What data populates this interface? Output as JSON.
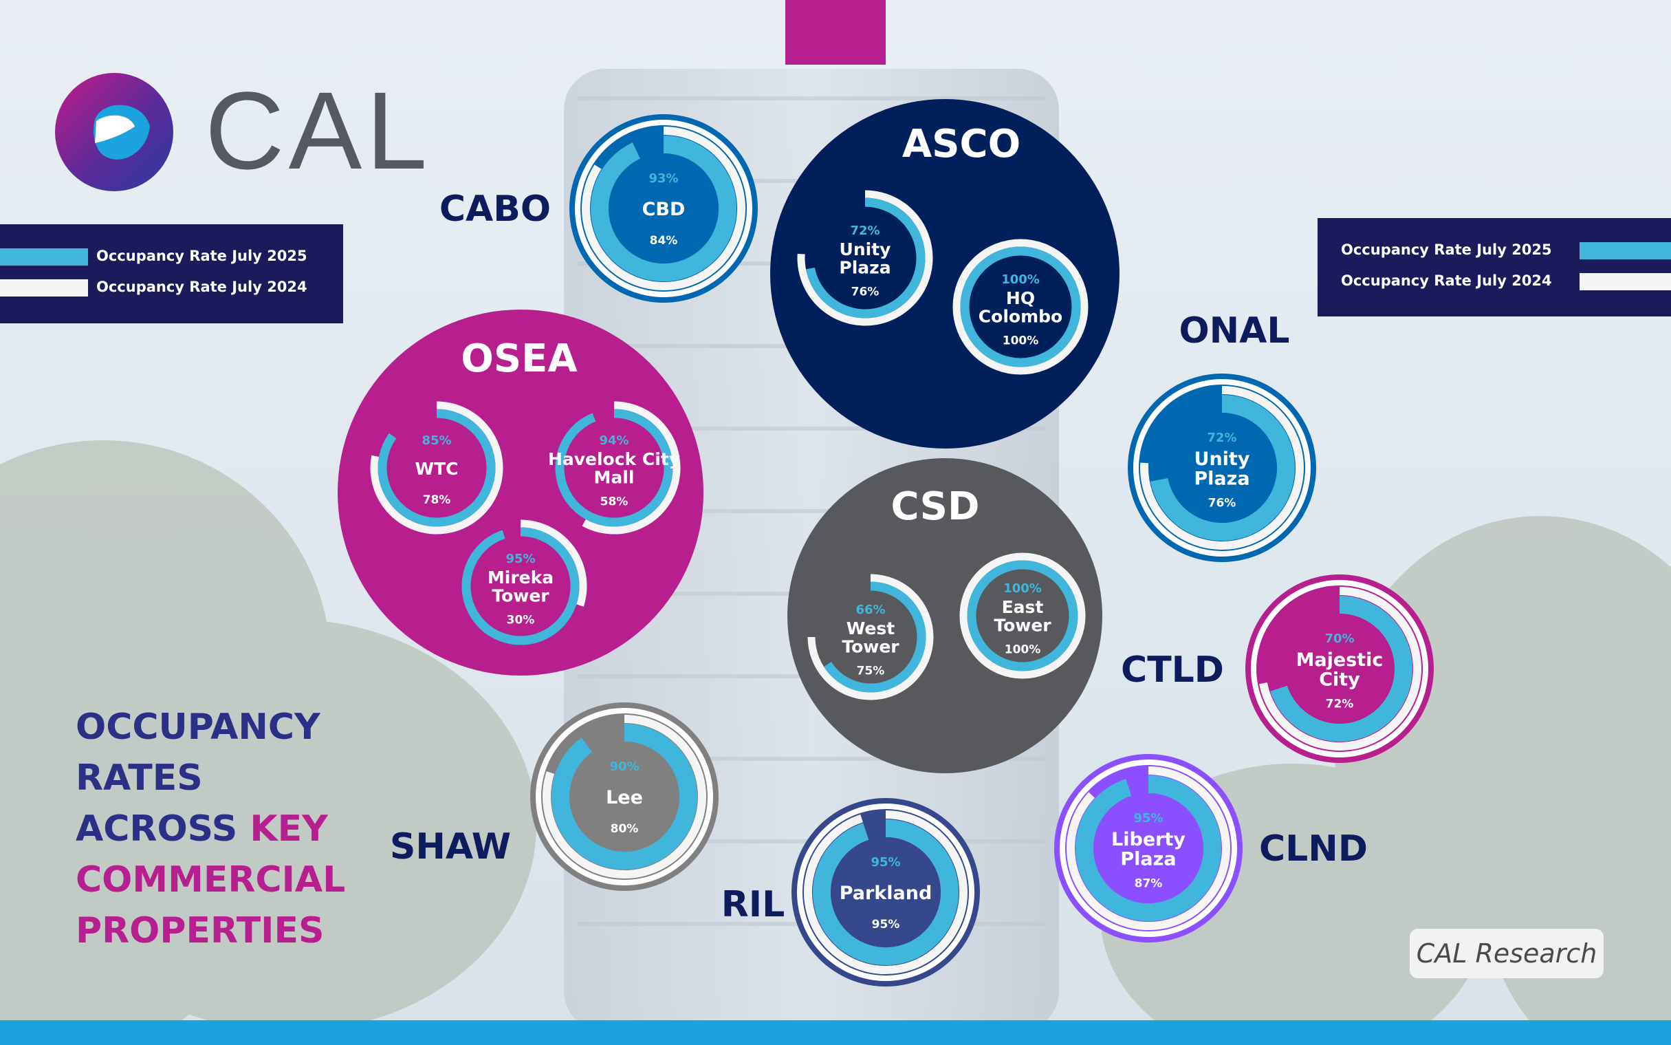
{
  "brand": {
    "name": "CAL",
    "colors": {
      "magenta": "#b81f8e",
      "navy": "#1b1a5a",
      "cyan": "#1aa3dc",
      "gray": "#555a60"
    }
  },
  "legend": {
    "items": [
      {
        "label": "Occupancy Rate July 2025",
        "color": "#41b6dc"
      },
      {
        "label": "Occupancy Rate July 2024",
        "color": "#f5f5f5"
      }
    ]
  },
  "title": {
    "lines": [
      {
        "parts": [
          {
            "text": "OCCUPANCY",
            "tone": "dark"
          }
        ]
      },
      {
        "parts": [
          {
            "text": "RATES",
            "tone": "dark"
          }
        ]
      },
      {
        "parts": [
          {
            "text": "ACROSS ",
            "tone": "dark"
          },
          {
            "text": "KEY",
            "tone": "pink"
          }
        ]
      },
      {
        "parts": [
          {
            "text": "COMMERCIAL",
            "tone": "pink"
          }
        ]
      },
      {
        "parts": [
          {
            "text": "PROPERTIES",
            "tone": "pink"
          }
        ]
      }
    ]
  },
  "credit": "CAL Research",
  "chart_data": {
    "type": "donut",
    "series_names": [
      "Occupancy Rate July 2025",
      "Occupancy Rate July 2024"
    ],
    "unit": "%",
    "groups": [
      {
        "name": "CABO",
        "color": "#0068b1",
        "properties": [
          {
            "name": "CBD",
            "rate_2025": 93,
            "rate_2024": 84
          }
        ]
      },
      {
        "name": "ASCO",
        "color": "#00205c",
        "properties": [
          {
            "name": "Unity Plaza",
            "rate_2025": 72,
            "rate_2024": 76
          },
          {
            "name": "HQ Colombo",
            "rate_2025": 100,
            "rate_2024": 100
          }
        ]
      },
      {
        "name": "OSEA",
        "color": "#b81f8e",
        "properties": [
          {
            "name": "WTC",
            "rate_2025": 85,
            "rate_2024": 78
          },
          {
            "name": "Havelock City Mall",
            "rate_2025": 94,
            "rate_2024": 58
          },
          {
            "name": "Mireka Tower",
            "rate_2025": 95,
            "rate_2024": 30
          }
        ]
      },
      {
        "name": "ONAL",
        "color": "#0068b1",
        "properties": [
          {
            "name": "Unity Plaza",
            "rate_2025": 72,
            "rate_2024": 76
          }
        ]
      },
      {
        "name": "CSD",
        "color": "#58595d",
        "properties": [
          {
            "name": "West Tower",
            "rate_2025": 66,
            "rate_2024": 75
          },
          {
            "name": "East Tower",
            "rate_2025": 100,
            "rate_2024": 100
          }
        ]
      },
      {
        "name": "CTLD",
        "color": "#b81f8e",
        "properties": [
          {
            "name": "Majestic City",
            "rate_2025": 70,
            "rate_2024": 72
          }
        ]
      },
      {
        "name": "SHAW",
        "color": "#808080",
        "properties": [
          {
            "name": "Lee",
            "rate_2025": 90,
            "rate_2024": 80
          }
        ]
      },
      {
        "name": "RIL",
        "color": "#36478c",
        "properties": [
          {
            "name": "Parkland",
            "rate_2025": 95,
            "rate_2024": 95
          }
        ]
      },
      {
        "name": "CLND",
        "color": "#8c4fff",
        "properties": [
          {
            "name": "Liberty Plaza",
            "rate_2025": 95,
            "rate_2024": 87
          }
        ]
      }
    ]
  }
}
